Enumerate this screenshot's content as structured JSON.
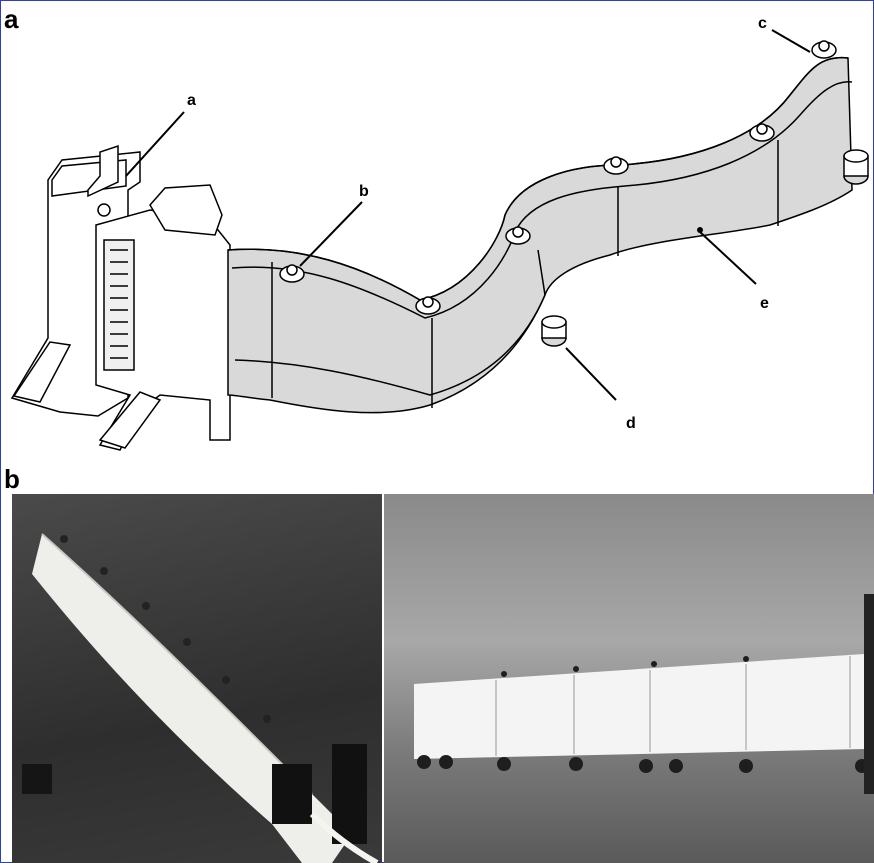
{
  "panels": {
    "a": {
      "label": "a"
    },
    "b": {
      "label": "b"
    }
  },
  "callouts": {
    "a": "a",
    "b": "b",
    "c": "c",
    "d": "d",
    "e": "e"
  },
  "colors": {
    "frame": "#2b3fbf",
    "module_fill": "#d9d9d9",
    "line": "#000000",
    "photo_left_bg": "#3a3a3a",
    "photo_right_bg": "#9a9a9a",
    "rod": "#f2f2ee"
  }
}
